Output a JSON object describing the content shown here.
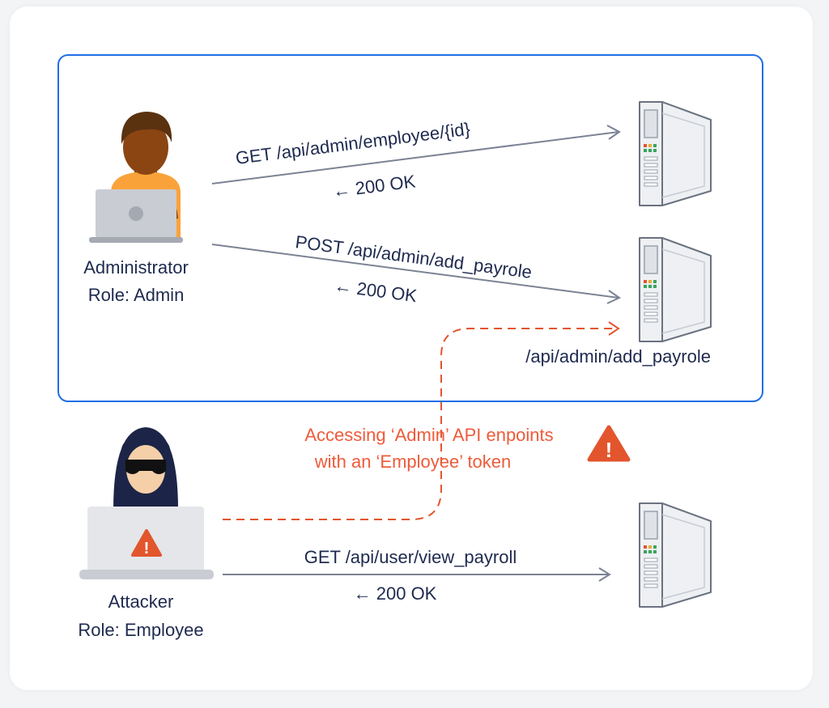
{
  "admin": {
    "name": "Administrator",
    "role": "Role: Admin"
  },
  "attacker": {
    "name": "Attacker",
    "role": "Role: Employee"
  },
  "requests": {
    "get_employee": "GET /api/admin/employee/{id}",
    "get_employee_response": "← 200 OK",
    "post_payrole": "POST /api/admin/add_payrole",
    "post_payrole_response": "← 200 OK",
    "view_payroll": "GET /api/user/view_payroll",
    "view_payroll_response": "← 200 OK"
  },
  "server_label": "/api/admin/add_payrole",
  "warning": {
    "line1": "Accessing ‘Admin’ API enpoints",
    "line2": "with an ‘Employee’ token",
    "glyph": "!"
  },
  "colors": {
    "box_border": "#1f6fe5",
    "arrow": "#7b8394",
    "attack": "#e2552d",
    "warning_text": "#ee5b3a",
    "text": "#1e2a4f",
    "skin_admin": "#8b4513",
    "hair_admin": "#5a3210",
    "shirt_admin": "#f9a23a",
    "laptop": "#c9ccd2",
    "hoodie": "#1c2547",
    "server_body": "#eef0f3",
    "server_stroke": "#6b7280"
  },
  "icons": [
    "admin-person-icon",
    "laptop-icon",
    "hacker-icon",
    "warning-icon",
    "server-icon"
  ]
}
